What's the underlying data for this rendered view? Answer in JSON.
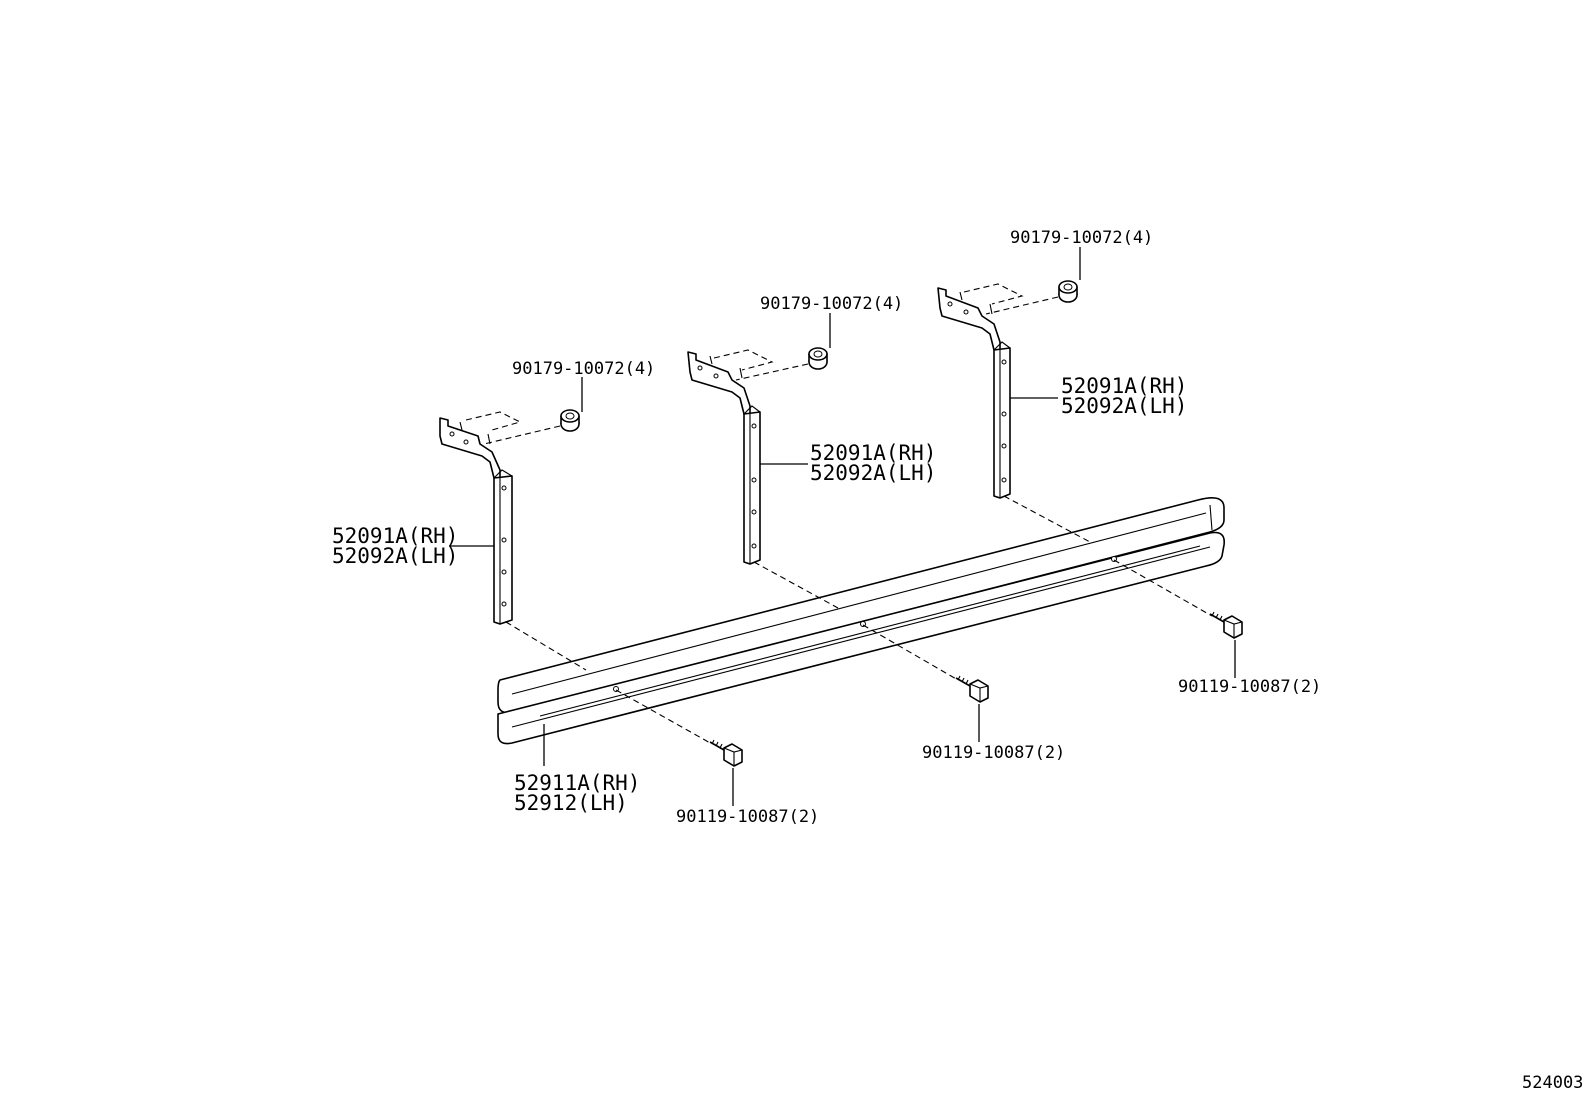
{
  "labels": {
    "nut_1": "90179-10072(4)",
    "nut_2": "90179-10072(4)",
    "nut_3": "90179-10072(4)",
    "bracket_1_rh": "52091A(RH)",
    "bracket_1_lh": "52092A(LH)",
    "bracket_2_rh": "52091A(RH)",
    "bracket_2_lh": "52092A(LH)",
    "bracket_3_rh": "52091A(RH)",
    "bracket_3_lh": "52092A(LH)",
    "step_rh": "52911A(RH)",
    "step_lh": "52912(LH)",
    "bolt_1": "90119-10087(2)",
    "bolt_2": "90119-10087(2)",
    "bolt_3": "90119-10087(2)"
  },
  "reference_number": "524003"
}
